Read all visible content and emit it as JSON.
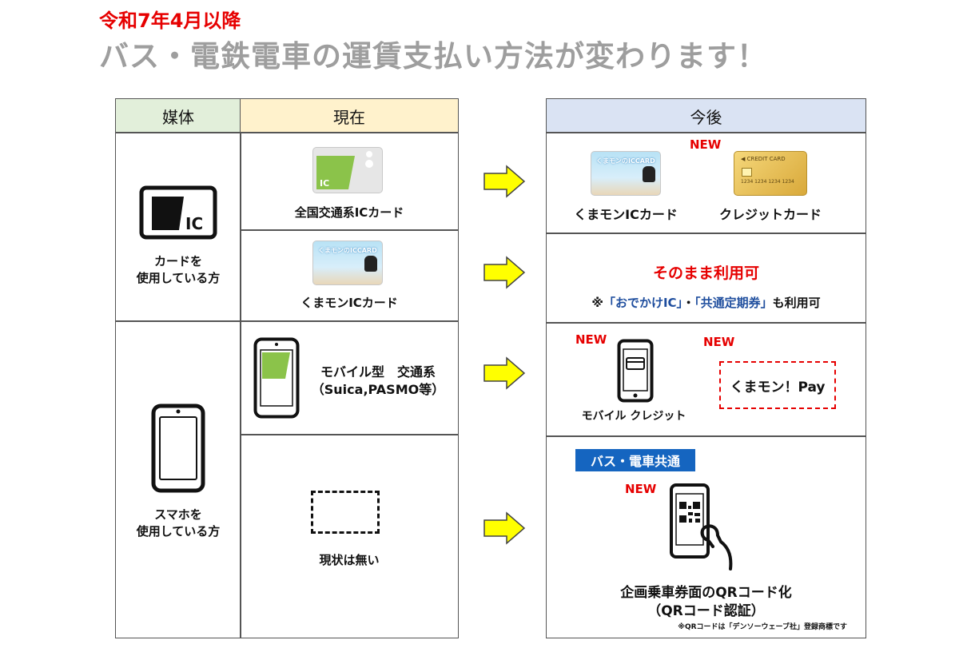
{
  "header": {
    "subtitle": "令和7年4月以降",
    "title": "バス・電鉄電車の運賃支払い方法が変わります！"
  },
  "table": {
    "col_media": "媒体",
    "col_current": "現在",
    "col_future": "今後"
  },
  "rows": {
    "card_user": {
      "label_line1": "カードを",
      "label_line2": "使用している方",
      "ic_card_label": "全国交通系ICカード",
      "kumamon_card_label": "くまモンICカード",
      "future_kumamon_label": "くまモンICカード",
      "future_credit_label": "クレジットカード",
      "future_new": "NEW",
      "continue_text": "そのまま利用可",
      "note_prefix": "※",
      "note_q1": "「おでかけIC」",
      "note_dot": "・",
      "note_q2": "「共通定期券」",
      "note_suffix": "も利用可"
    },
    "smartphone_user": {
      "label_line1": "スマホを",
      "label_line2": "使用している方",
      "mobile_line1": "モバイル型　交通系",
      "mobile_line2": "（Suica,PASMO等）",
      "none_text": "現状は無い",
      "mobile_credit_new": "NEW",
      "mobile_credit_label": "モバイル クレジット",
      "kumamon_pay_new": "NEW",
      "kumamon_pay_label": "くまモン！Pay",
      "common_badge": "バス・電車共通",
      "qr_new": "NEW",
      "qr_line1": "企画乗車券面のQRコード化",
      "qr_line2": "（QRコード認証）",
      "qr_note": "※QRコードは「デンソーウェーブ社」登録商標です"
    }
  },
  "card_graphics": {
    "ic_text": "IC",
    "kumamon_card_brand": "くまモンのICCARD",
    "credit_card_text": "◀ CREDIT CARD",
    "credit_card_number": "1234 1234 1234 1234"
  },
  "colors": {
    "title_red": "#e60000",
    "title_gray": "#9e9e9e",
    "media_header": "#e2efda",
    "current_header": "#fff2cc",
    "future_header": "#dae3f3",
    "arrow_yellow": "#ffff00",
    "badge_blue": "#1565c0",
    "note_blue": "#1f4e9e"
  }
}
